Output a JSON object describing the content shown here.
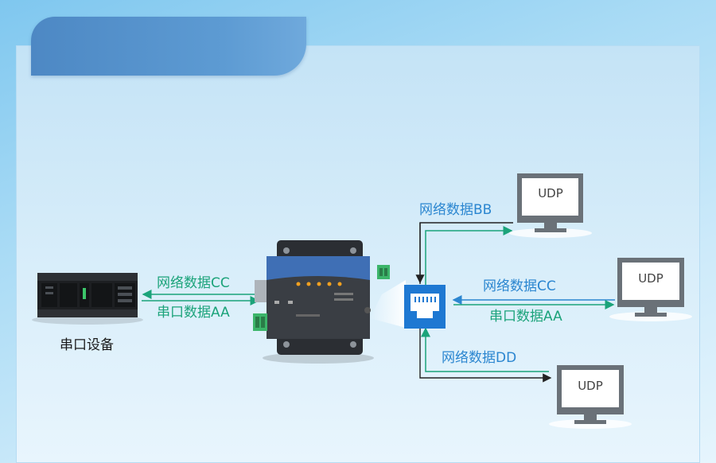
{
  "serial_device": {
    "label": "串口设备"
  },
  "left_link": {
    "top_label": "网络数据CC",
    "bottom_label": "串口数据AA"
  },
  "udp_servers": [
    {
      "screen_text": "UDP",
      "label": "网络数据BB"
    },
    {
      "screen_text": "UDP",
      "label": "网络数据CC",
      "sub_label": "串口数据AA"
    },
    {
      "screen_text": "UDP",
      "label": "网络数据DD"
    }
  ],
  "colors": {
    "green_arrow": "#1ba37a",
    "blue_arrow": "#2b86d0",
    "switch_blue": "#1e78d2"
  }
}
